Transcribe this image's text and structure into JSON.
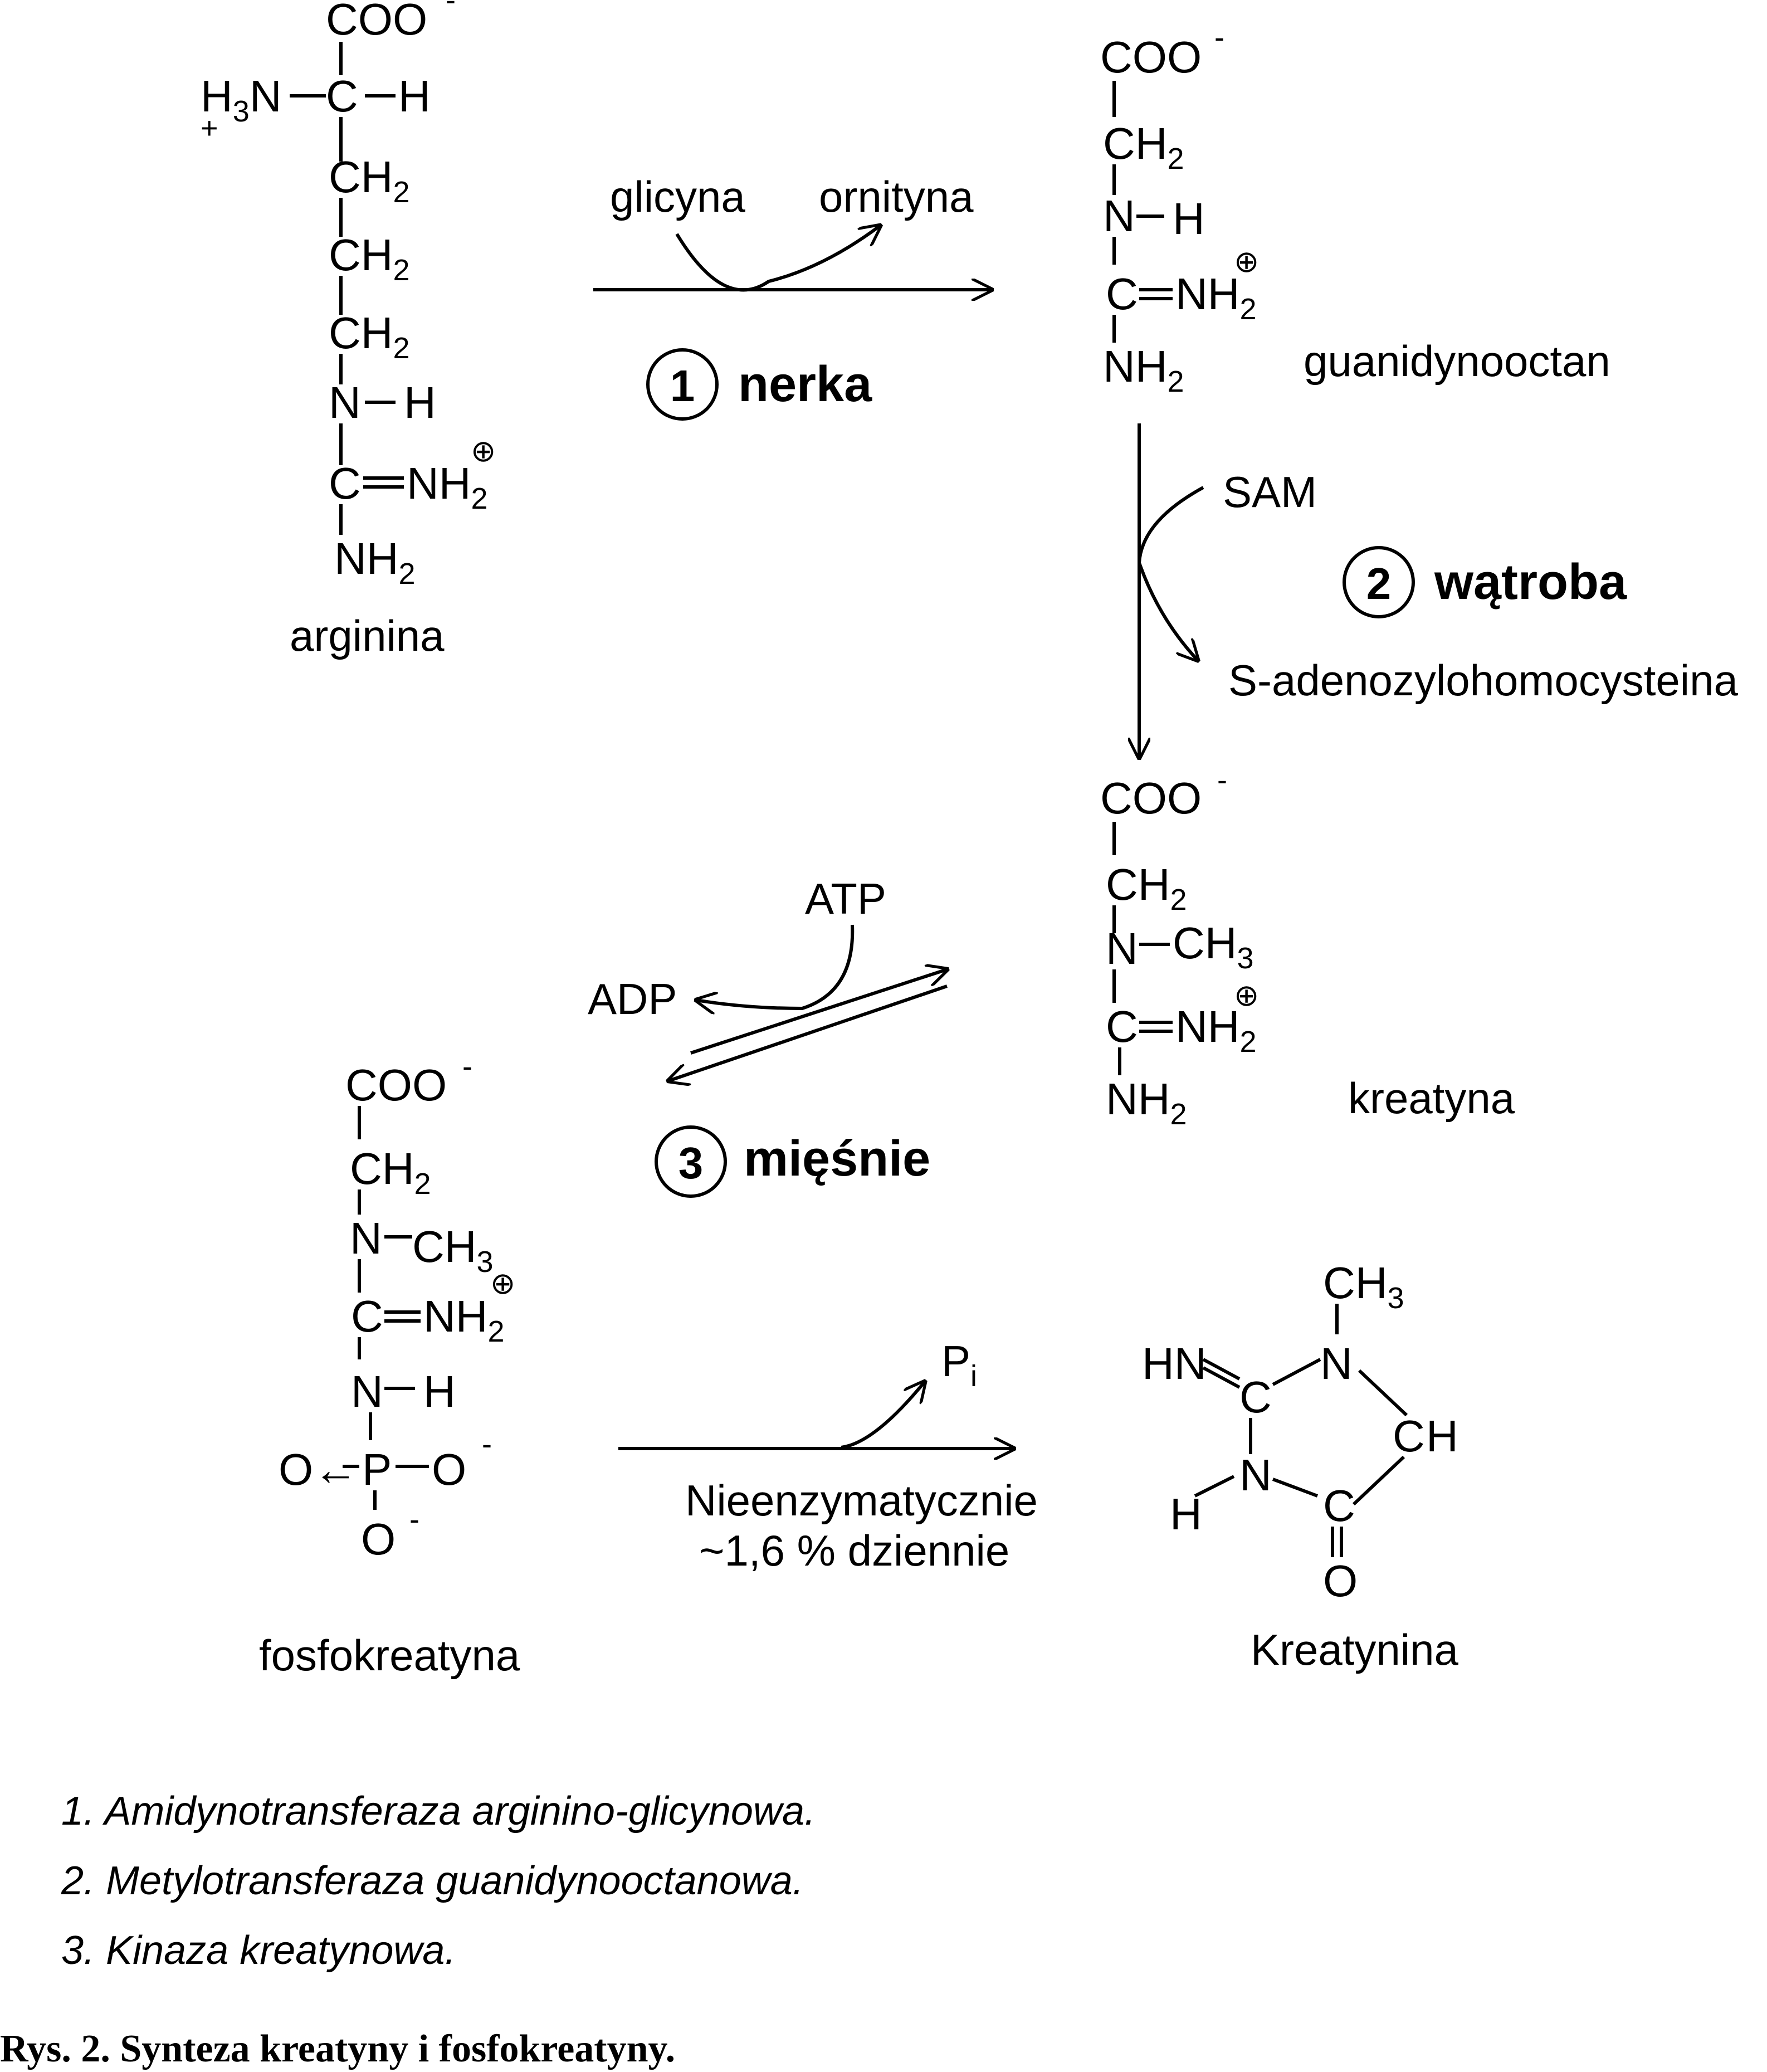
{
  "labels": {
    "arginine": "arginina",
    "guanidinoacetate": "guanidynooctan",
    "creatine": "kreatyna",
    "phosphocreatine": "fosfokreatyna",
    "creatinine": "Kreatynina"
  },
  "step1": {
    "number": "1",
    "organ": "nerka",
    "input": "glicyna",
    "output": "ornityna"
  },
  "step2": {
    "number": "2",
    "organ": "wątroba",
    "input": "SAM",
    "output": "S-adenozylohomocysteina"
  },
  "step3": {
    "number": "3",
    "organ": "mięśnie",
    "input": "ATP",
    "output": "ADP"
  },
  "nonenzymatic": {
    "line1": "Nieenzymatycznie",
    "line2": "~1,6 % dziennie",
    "released": "P",
    "released_sub": "i"
  },
  "chem": {
    "coo": "COO",
    "minus": "-",
    "h3n": "H",
    "h3n_sub": "3",
    "h3n_end": "N",
    "plus": "+",
    "ch": "C",
    "h": "H",
    "ch2": "CH",
    "sub2": "2",
    "nh": "N",
    "c": "C",
    "nh2eq": "NH",
    "nh2": "NH",
    "ch3": "CH",
    "sub3": "3",
    "p": "P",
    "o": "O",
    "hn": "HN",
    "oplus": "⊕",
    "arrow_o": "O←"
  },
  "legend": [
    "1.  Amidynotransferaza arginino-glicynowa.",
    "2. Metylotransferaza guanidynooctanowa.",
    "3. Kinaza kreatynowa."
  ],
  "caption": "Rys. 2. Synteza kreatyny i fosfokreatyny."
}
